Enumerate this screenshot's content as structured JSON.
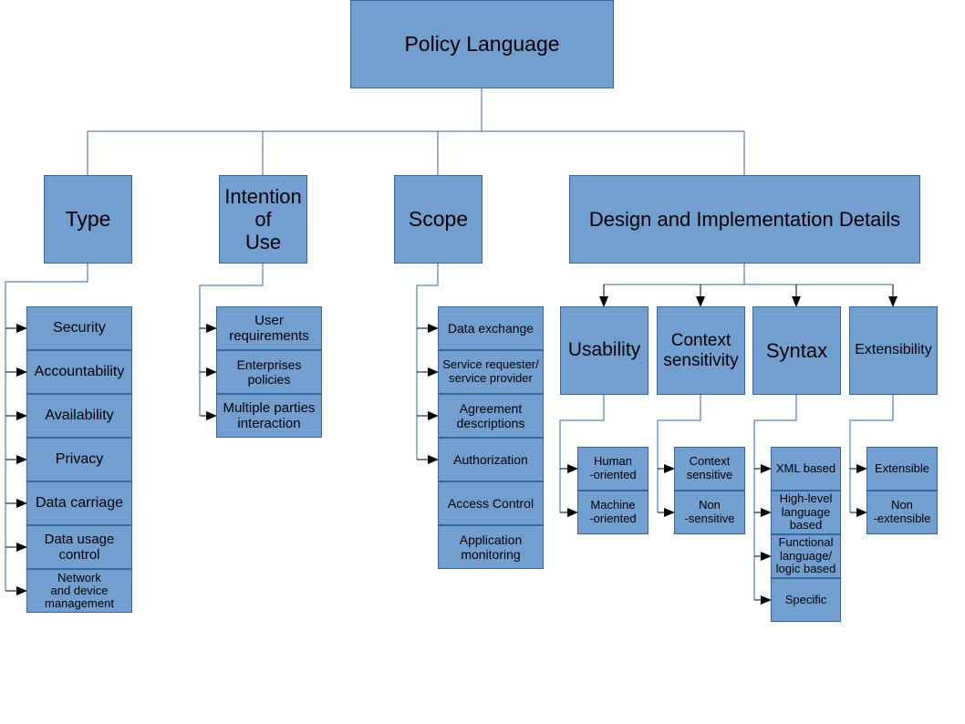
{
  "root": "Policy Language",
  "categories": {
    "type": {
      "title": "Type",
      "items": [
        "Security",
        "Accountability",
        "Availability",
        "Privacy",
        "Data carriage",
        "Data usage\ncontrol",
        "Network\nand device\nmanagement"
      ]
    },
    "intention": {
      "title": "Intention\nof\nUse",
      "items": [
        "User\nrequirements",
        "Enterprises\npolicies",
        "Multiple parties\ninteraction"
      ]
    },
    "scope": {
      "title": "Scope",
      "items": [
        "Data exchange",
        "Service requester/\nservice provider",
        "Agreement\ndescriptions",
        "Authorization",
        "Access Control",
        "Application\nmonitoring"
      ]
    },
    "design": {
      "title": "Design and Implementation Details",
      "subcategories": {
        "usability": {
          "title": "Usability",
          "items": [
            "Human\n-oriented",
            "Machine\n-oriented"
          ]
        },
        "context": {
          "title": "Context\nsensitivity",
          "items": [
            "Context\nsensitive",
            "Non\n-sensitive"
          ]
        },
        "syntax": {
          "title": "Syntax",
          "items": [
            "XML based",
            "High-level\nlanguage\nbased",
            "Functional\nlanguage/\nlogic based",
            "Specific"
          ]
        },
        "extensibility": {
          "title": "Extensibility",
          "items": [
            "Extensible",
            "Non\n-extensible"
          ]
        }
      }
    }
  },
  "colors": {
    "box_fill": "#729fcf",
    "box_border": "#3465a4",
    "connector": "#3465a4",
    "arrow": "#000000"
  }
}
